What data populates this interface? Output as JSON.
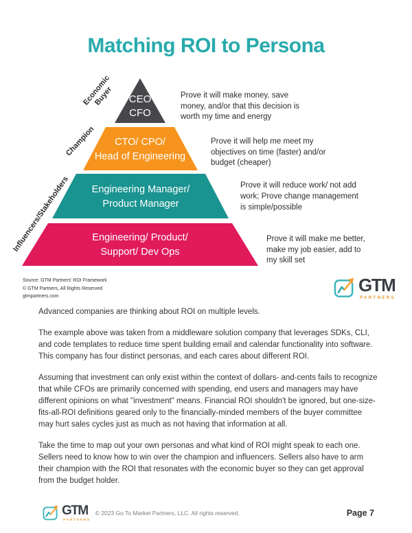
{
  "title": "Matching ROI to Persona",
  "pyramid": {
    "levels": [
      {
        "persona_group": "economic-buyer",
        "role_lines": [
          "CEO",
          "CFO"
        ],
        "annotation_lines": [
          "Prove it will make money, save",
          "money, and/or that this decision is",
          "worth my time and energy"
        ],
        "color": "#47474B"
      },
      {
        "persona_group": "champion",
        "role_lines": [
          "CTO/ CPO/",
          "Head of Engineering"
        ],
        "annotation_lines": [
          "Prove it will help me meet my",
          "objectives on time (faster) and/or",
          "budget (cheaper)"
        ],
        "color": "#F7941E"
      },
      {
        "persona_group": "influencers-stakeholders",
        "role_lines": [
          "Engineering Manager/",
          "Product Manager"
        ],
        "annotation_lines": [
          "Prove it will reduce work/ not add",
          "work; Prove change management",
          "is simple/possible"
        ],
        "color": "#1A9490"
      },
      {
        "persona_group": "influencers-stakeholders",
        "role_lines": [
          "Engineering/ Product/",
          "Support/ Dev Ops"
        ],
        "annotation_lines": [
          "Prove it will make me better,",
          "make my job easier, add to",
          "my skill set"
        ],
        "color": "#E01A5B"
      }
    ],
    "side_labels": [
      {
        "lines": [
          "Economic",
          "Buyer"
        ]
      },
      {
        "lines": [
          "Champion"
        ]
      },
      {
        "lines": [
          "Influencers/Stakeholders"
        ]
      }
    ]
  },
  "source": {
    "lines": [
      "Source: GTM Partners' ROI Framework",
      "© GTM Partners, All Rights Reserved",
      "gtmpartners.com"
    ]
  },
  "logo": {
    "gtm": "GTM",
    "partners": "PARTNERS"
  },
  "body": {
    "paragraphs": [
      "Advanced companies are thinking about ROI on multiple levels.",
      "The example above was taken from a middleware solution company that leverages SDKs, CLI, and code templates to reduce time spent building email and calendar functionality into software. This company has four distinct personas, and each cares about different ROI.",
      "Assuming that investment can only exist within the context of dollars- and-cents fails to recognize that while CFOs are primarily concerned with spending, end users and managers may have different opinions on what \"investment\" means. Financial ROI shouldn't be ignored, but one-size-fits-all-ROI definitions geared only to the financially-minded members of the buyer committee may hurt sales cycles just as much as not having that information at all.",
      "Take the time to map out your own personas and what kind of ROI might speak to each one. Sellers need to know how to win over the champion and influencers. Sellers also have to arm their champion with the ROI that resonates with the economic buyer so they can get approval from the budget holder."
    ]
  },
  "footer": {
    "copyright": "© 2023 Go To Market Partners, LLC. All rights reserved.",
    "page": "Page 7"
  },
  "colors": {
    "title_teal": "#28AAAC",
    "logo_teal": "#3FB6BA",
    "logo_orange": "#F5A133",
    "logo_dark": "#3A3E44"
  }
}
